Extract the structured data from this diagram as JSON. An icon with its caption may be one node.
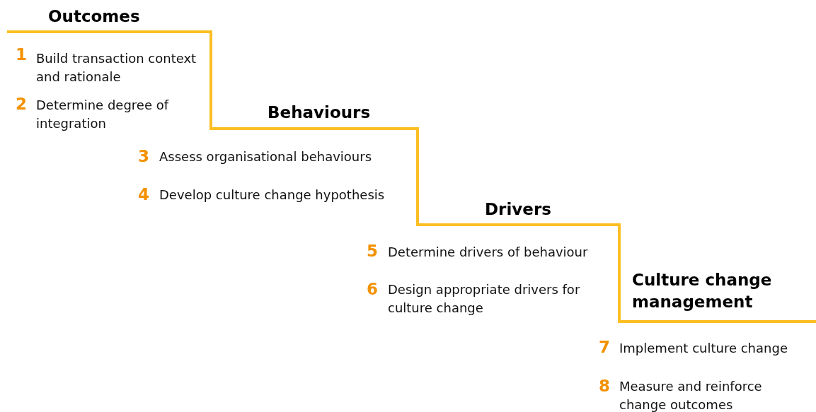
{
  "diagram": {
    "labels": [
      "Outcomes",
      "1",
      "Build transaction context and rationale",
      "2",
      "Determine degree of integration",
      "Behaviours",
      "3",
      "Assess organisational behaviours",
      "4",
      "Develop culture change hypothesis",
      "Drivers",
      "5",
      "Determine drivers of behaviour",
      "6",
      "Design appropriate drivers for culture change",
      "Culture change management",
      "7",
      "Implement culture change",
      "8",
      "Measure and reinforce change outcomes"
    ]
  }
}
